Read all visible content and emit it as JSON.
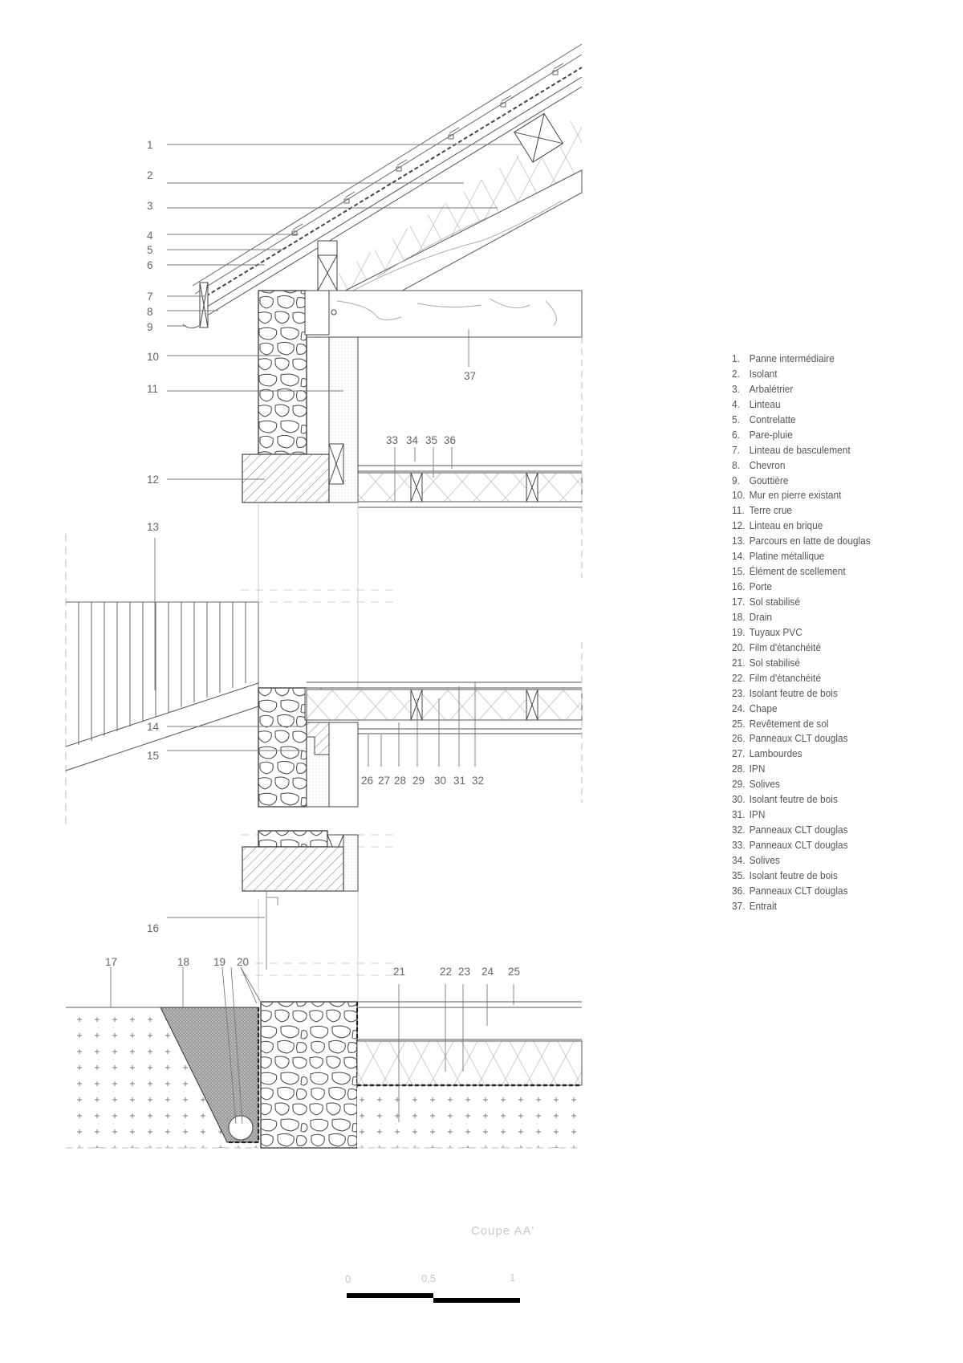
{
  "legend": [
    {
      "num": "1.",
      "label": "Panne intermédiaire"
    },
    {
      "num": "2.",
      "label": "Isolant"
    },
    {
      "num": "3.",
      "label": "Arbalétrier"
    },
    {
      "num": "4.",
      "label": "Linteau"
    },
    {
      "num": "5.",
      "label": "Contrelatte"
    },
    {
      "num": "6.",
      "label": "Pare-pluie"
    },
    {
      "num": "7.",
      "label": "Linteau de basculement"
    },
    {
      "num": "8.",
      "label": "Chevron"
    },
    {
      "num": "9.",
      "label": "Gouttière"
    },
    {
      "num": "10.",
      "label": "Mur en pierre existant"
    },
    {
      "num": "11.",
      "label": "Terre crue"
    },
    {
      "num": "12.",
      "label": "Linteau en brique"
    },
    {
      "num": "13.",
      "label": "Parcours en latte de douglas"
    },
    {
      "num": "14.",
      "label": "Platine métallique"
    },
    {
      "num": "15.",
      "label": "Élément de scellement"
    },
    {
      "num": "16.",
      "label": "Porte"
    },
    {
      "num": "17.",
      "label": "Sol stabilisé"
    },
    {
      "num": "18.",
      "label": "Drain"
    },
    {
      "num": "19.",
      "label": "Tuyaux PVC"
    },
    {
      "num": "20.",
      "label": "Film d'étanchéité"
    },
    {
      "num": "21.",
      "label": "Sol stabilisé"
    },
    {
      "num": "22.",
      "label": "Film d'étanchéité"
    },
    {
      "num": "23.",
      "label": "Isolant feutre de bois"
    },
    {
      "num": "24.",
      "label": "Chape"
    },
    {
      "num": "25.",
      "label": "Revêtement de sol"
    },
    {
      "num": "26.",
      "label": "Panneaux CLT douglas"
    },
    {
      "num": "27.",
      "label": "Lambourdes"
    },
    {
      "num": "28.",
      "label": "IPN"
    },
    {
      "num": "29.",
      "label": "Solives"
    },
    {
      "num": "30.",
      "label": "Isolant feutre de bois"
    },
    {
      "num": "31.",
      "label": "IPN"
    },
    {
      "num": "32.",
      "label": "Panneaux CLT douglas"
    },
    {
      "num": "33.",
      "label": "Panneaux CLT douglas"
    },
    {
      "num": "34.",
      "label": "Solives"
    },
    {
      "num": "35.",
      "label": "Isolant feutre de bois"
    },
    {
      "num": "36.",
      "label": "Panneaux CLT douglas"
    },
    {
      "num": "37.",
      "label": "Entrait"
    }
  ],
  "callouts": [
    "1",
    "2",
    "3",
    "4",
    "5",
    "6",
    "7",
    "8",
    "9",
    "10",
    "11",
    "12",
    "13",
    "14",
    "15",
    "16",
    "17",
    "18",
    "19",
    "20",
    "21",
    "22",
    "23",
    "24",
    "25",
    "26",
    "27",
    "28",
    "29",
    "30",
    "31",
    "32",
    "33",
    "34",
    "35",
    "36",
    "37"
  ],
  "title": "Coupe  AA'",
  "scale": {
    "zero": "0",
    "half": "0,5",
    "one": "1"
  }
}
